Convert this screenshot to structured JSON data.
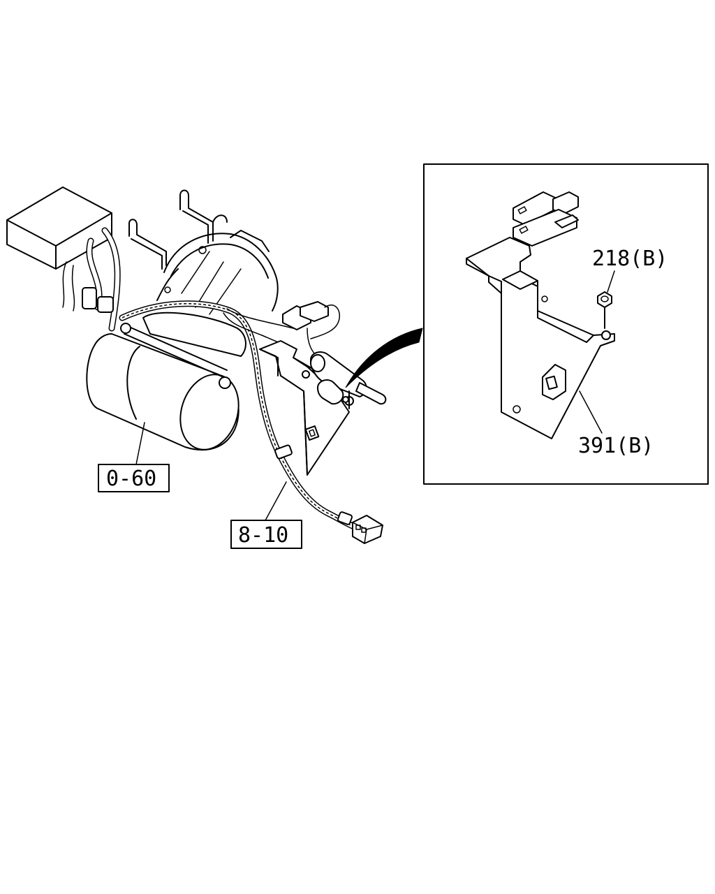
{
  "labels": {
    "ref_starter": "0-60",
    "ref_harness": "8-10",
    "part_nut": "218(B)",
    "part_bracket": "391(B)"
  },
  "colors": {
    "line": "#000000",
    "background": "#ffffff"
  }
}
